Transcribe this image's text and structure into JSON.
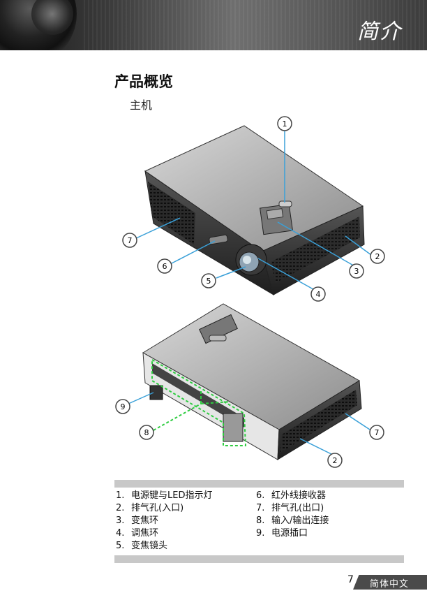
{
  "header": {
    "title": "简介"
  },
  "section_title": "产品概览",
  "subsection_title": "主机",
  "callouts": [
    "1",
    "2",
    "3",
    "4",
    "5",
    "6",
    "7",
    "8",
    "9"
  ],
  "parts_left": [
    {
      "num": "1.",
      "label": "电源键与LED指示灯"
    },
    {
      "num": "2.",
      "label": "排气孔(入口)"
    },
    {
      "num": "3.",
      "label": "变焦环"
    },
    {
      "num": "4.",
      "label": "调焦环"
    },
    {
      "num": "5.",
      "label": "变焦镜头"
    }
  ],
  "parts_right": [
    {
      "num": "6.",
      "label": "红外线接收器"
    },
    {
      "num": "7.",
      "label": "排气孔(出口)"
    },
    {
      "num": "8.",
      "label": "输入/输出连接"
    },
    {
      "num": "9.",
      "label": "电源插口"
    }
  ],
  "footer": {
    "page_number": "7",
    "language": "简体中文"
  },
  "colors": {
    "callout_line": "#3aa0d8",
    "connector_highlight": "#2ecc40",
    "banner_dark": "#1a1a1a"
  }
}
